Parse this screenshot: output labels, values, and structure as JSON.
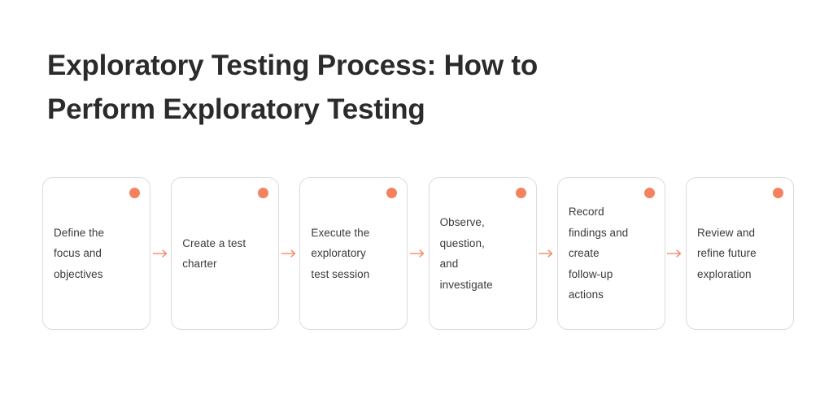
{
  "title": {
    "line1": "Exploratory Testing Process: How to",
    "line2": "Perform Exploratory Testing",
    "full": "Exploratory Testing Process: How to Perform Exploratory Testing"
  },
  "colors": {
    "accent": "#f5825f",
    "arrow": "#f5825f",
    "card_border": "#dcdcdc",
    "title_text": "#2b2b2b",
    "body_text": "#3a3a3a",
    "background": "#ffffff"
  },
  "flow": {
    "steps": [
      {
        "index": 1,
        "label": "Define the\nfocus and\nobjectives",
        "dot": "step-marker-dot"
      },
      {
        "index": 2,
        "label": "Create a test\ncharter",
        "dot": "step-marker-dot"
      },
      {
        "index": 3,
        "label": "Execute the\nexploratory\ntest session",
        "dot": "step-marker-dot"
      },
      {
        "index": 4,
        "label": "Observe,\nquestion,\nand\ninvestigate",
        "dot": "step-marker-dot"
      },
      {
        "index": 5,
        "label": "Record\nfindings and\ncreate\nfollow-up\nactions",
        "dot": "step-marker-dot"
      },
      {
        "index": 6,
        "label": "Review and\nrefine future\nexploration",
        "dot": "step-marker-dot"
      }
    ],
    "connector_icon": "arrow-right-icon",
    "connector_count": 5
  }
}
